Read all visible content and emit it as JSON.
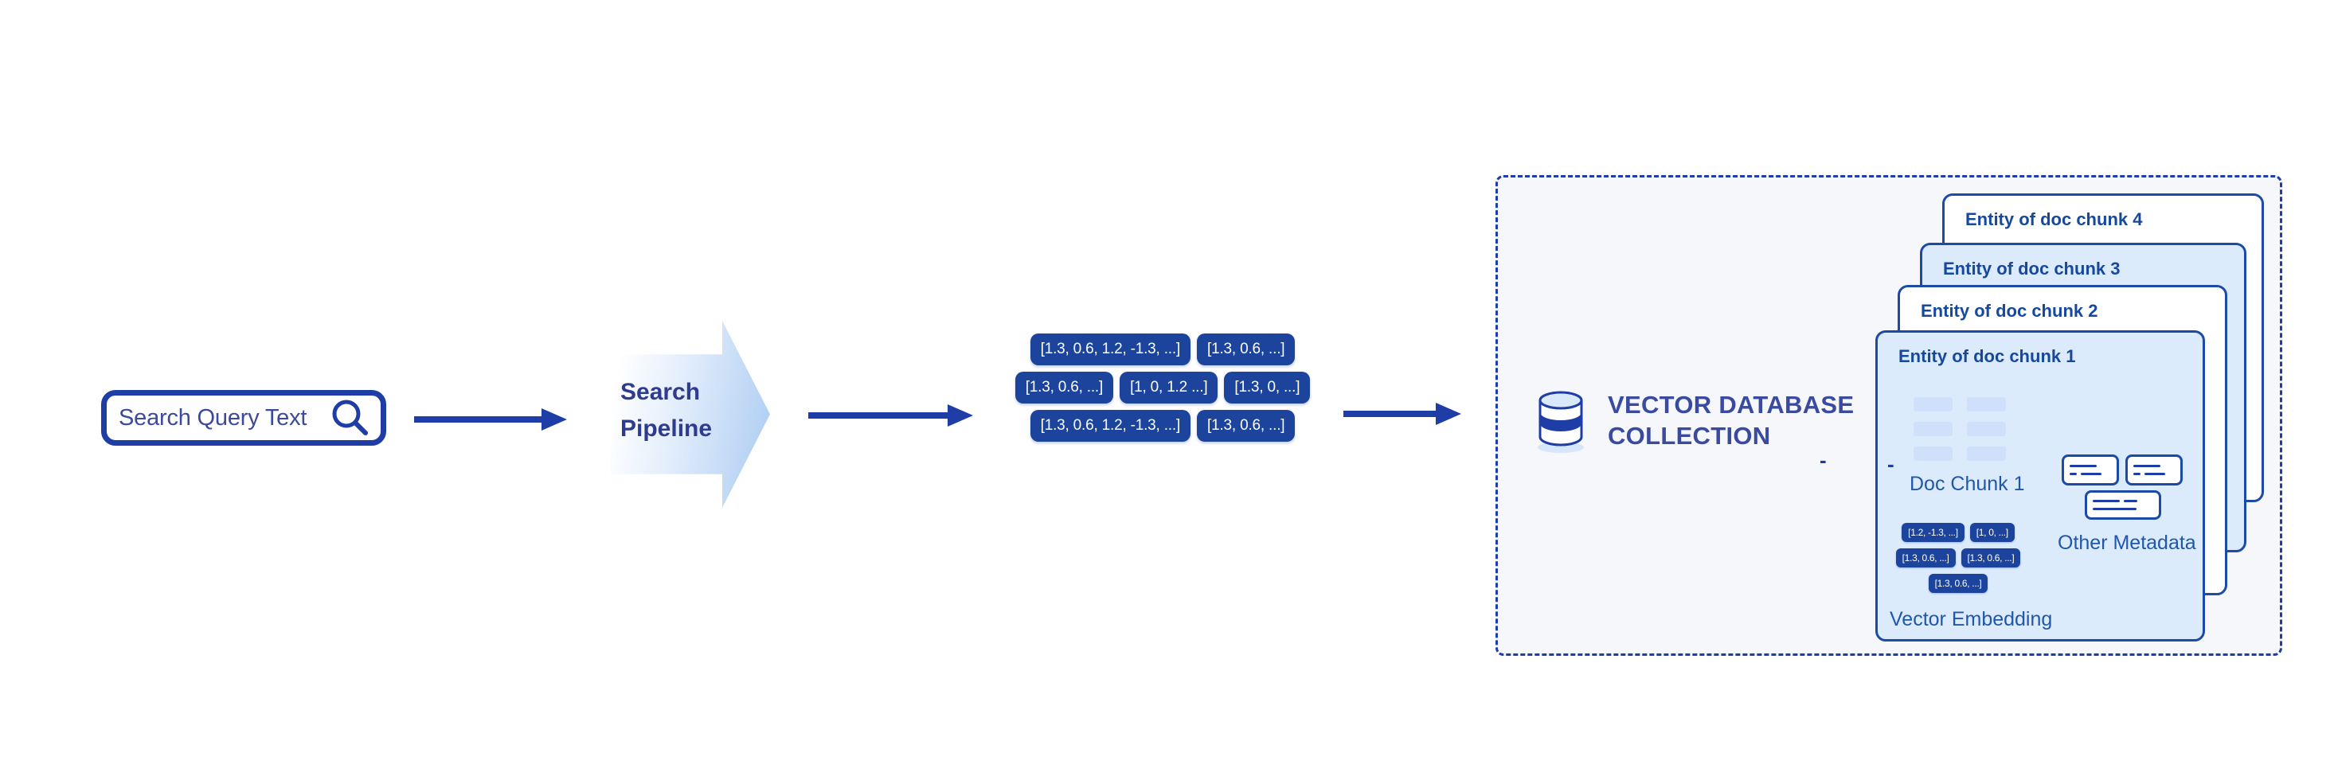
{
  "search_box": {
    "text": "Search Query Text"
  },
  "pipeline": {
    "line1": "Search",
    "line2": "Pipeline"
  },
  "query_vectors": {
    "rows": [
      [
        "[1.3, 0.6, 1.2, -1.3, ...]",
        "[1.3, 0.6, ...]"
      ],
      [
        "[1.3, 0.6, ...]",
        "[1, 0, 1.2 ...]",
        "[1.3, 0, ...]"
      ],
      [
        "[1.3, 0.6, 1.2, -1.3, ...]",
        "[1.3, 0.6, ...]"
      ]
    ]
  },
  "database": {
    "title_line1": "VECTOR DATABASE",
    "title_line2": "COLLECTION",
    "dash": "-",
    "cards": [
      {
        "title": "Entity of doc chunk 4"
      },
      {
        "title": "Entity of doc chunk 3"
      },
      {
        "title": "Entity of doc chunk 2"
      },
      {
        "title": "Entity of doc chunk 1"
      }
    ],
    "front_card": {
      "doc_chunk_label": "Doc Chunk 1",
      "embedding_rows": [
        [
          "[1.2, -1.3, ...]",
          "[1, 0, ...]"
        ],
        [
          "[1.3, 0.6, ...]",
          "[1.3, 0.6, ...]"
        ],
        [
          "[1.3, 0.6, ...]"
        ]
      ],
      "embedding_label": "Vector Embedding",
      "metadata_label": "Other Metadata"
    }
  },
  "icons": {
    "search": "magnifier-icon",
    "database": "database-cylinder-icon"
  },
  "colors": {
    "navy": "#1e3da6",
    "chip_navy": "#1c449c",
    "card_border": "#1c4aa6",
    "header_text": "#16489e",
    "indigo_text": "#3a4a9e",
    "label_text": "#1f57aa",
    "card_bg_blue": "#dcebfc",
    "container_bg": "#f5f7fa",
    "chunk_row": "#cfe1fa",
    "arrow_gradient_end": "#aecdf2"
  }
}
